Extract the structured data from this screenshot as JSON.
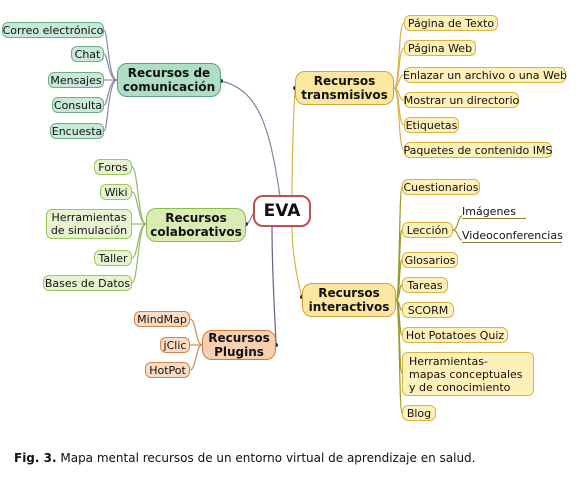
{
  "center": "EVA",
  "comunicacion": {
    "title": "Recursos de comunicación",
    "items": [
      "Correo electrónico",
      "Chat",
      "Mensajes",
      "Consulta",
      "Encuesta"
    ]
  },
  "colaborativos": {
    "title": "Recursos colaborativos",
    "items": [
      "Foros",
      "Wiki",
      "Herramientas de simulación",
      "Taller",
      "Bases de Datos"
    ]
  },
  "plugins": {
    "title": "Recursos Plugins",
    "items": [
      "MindMap",
      "jClic",
      "HotPot"
    ]
  },
  "transmisivos": {
    "title": "Recursos transmisivos",
    "items": [
      "Página de Texto",
      "Página Web",
      "Enlazar un archivo o una Web",
      "Mostrar un directorio",
      "Etiquetas",
      "Paquetes de contenido IMS"
    ]
  },
  "interactivos": {
    "title": "Recursos interactivos",
    "items": [
      "Cuestionarios",
      "Lección",
      "Glosarios",
      "Tareas",
      "SCORM",
      "Hot Potatoes Quiz",
      "Herramientas- mapas conceptuales y de conocimiento",
      "Blog"
    ],
    "leccion_sub": [
      "Imágenes",
      "Videoconferencias"
    ]
  },
  "caption": {
    "label": "Fig. 3.",
    "text": " Mapa mental recursos de un entorno virtual de aprendizaje en salud."
  }
}
